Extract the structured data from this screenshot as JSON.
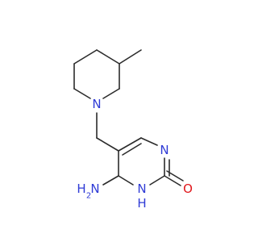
{
  "molecule": {
    "atoms": {
      "n_piperidine": "N",
      "n_pyrimidine_3": "N",
      "nh_pyrimidine_1": "N",
      "nh_pyrimidine_1_h": "H",
      "amino_n": "H",
      "amino_h": "N",
      "amino_sub": "2",
      "carbonyl_o": "O"
    },
    "colors": {
      "bond": "#2b2b2b",
      "nitrogen": "#2f3bd6",
      "oxygen": "#e0161b",
      "background": "#ffffff"
    }
  }
}
